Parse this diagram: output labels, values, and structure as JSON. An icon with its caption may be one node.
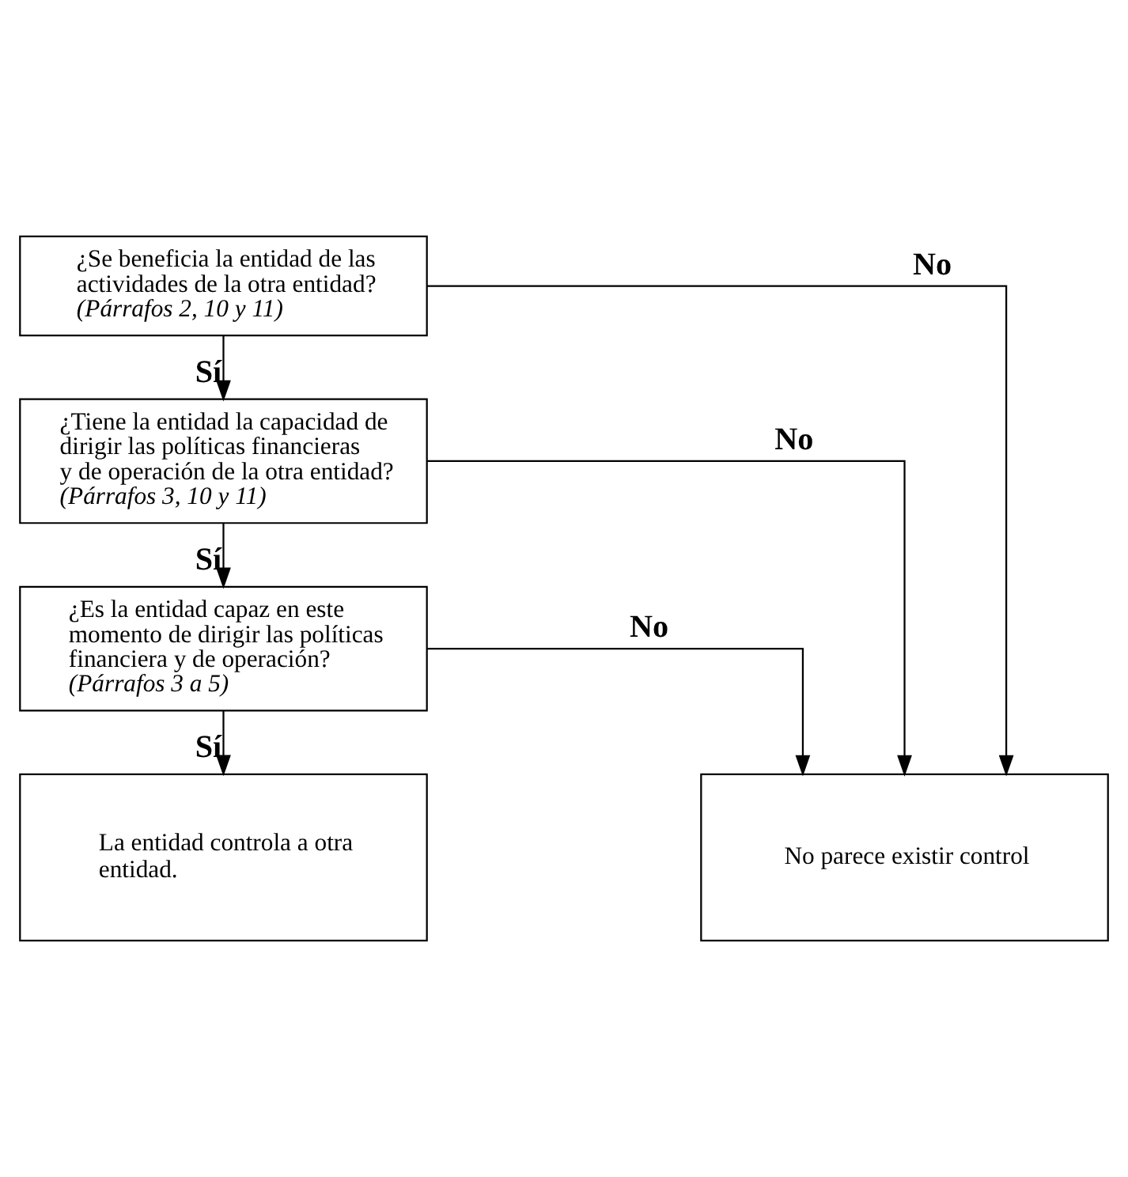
{
  "diagram": {
    "nodes": [
      {
        "text": [
          "¿Se beneficia la entidad de las actividades de la otra entidad?",
          "(Párrafos 2, 10 y 11)"
        ]
      },
      {
        "text": [
          "¿Tiene la entidad la capacidad de dirigir las políticas financieras y de operación de la otra entidad?",
          "(Párrafos 3, 10 y 11)"
        ]
      },
      {
        "text": [
          "¿Es la entidad capaz en este momento de dirigir las políticas financiera y de operación?",
          "(Párrafos 3 a 5)"
        ]
      },
      {
        "text": [
          "La entidad controla a otra entidad."
        ]
      },
      {
        "text": [
          "No parece existir control"
        ]
      }
    ],
    "edges": [
      {
        "from": 0,
        "to": 1,
        "arrow": "to",
        "label": "Sí"
      },
      {
        "from": 1,
        "to": 2,
        "arrow": "to",
        "label": "Sí"
      },
      {
        "from": 2,
        "to": 3,
        "arrow": "to",
        "label": "Sí"
      },
      {
        "from": 0,
        "to": 4,
        "arrow": "to",
        "label": "No"
      },
      {
        "from": 1,
        "to": 4,
        "arrow": "to",
        "label": "No"
      },
      {
        "from": 2,
        "to": 4,
        "arrow": "to",
        "label": "No"
      }
    ]
  }
}
